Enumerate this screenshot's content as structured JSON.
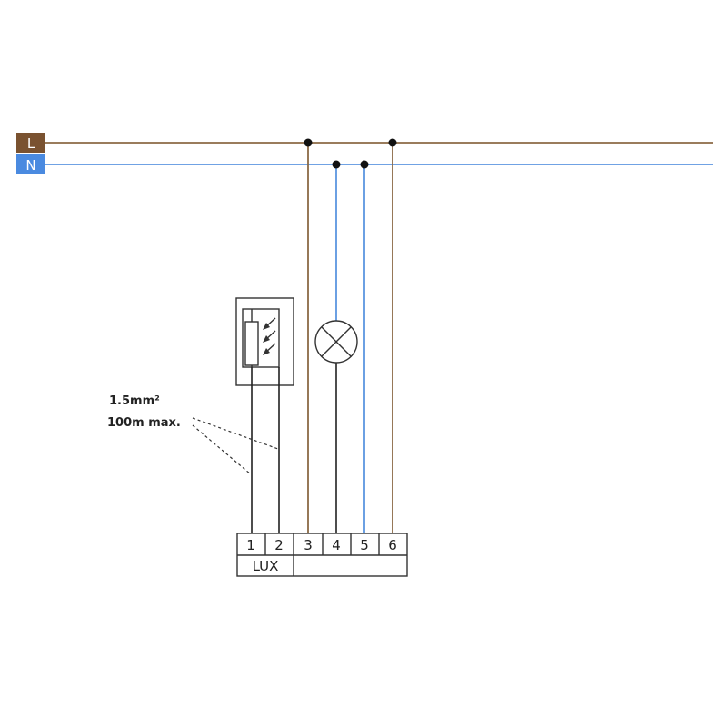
{
  "supply": {
    "line": {
      "label": "L",
      "color": "#7a5230"
    },
    "neutral": {
      "label": "N",
      "color": "#4a8ae0"
    }
  },
  "colors": {
    "line_wire": "#8b6a45",
    "neutral_wire": "#5b95e0",
    "sensor_wire": "#222222",
    "outline": "#333333",
    "junction": "#111111"
  },
  "terminal_block": {
    "terminals": [
      "1",
      "2",
      "3",
      "4",
      "5",
      "6"
    ],
    "group_label": "LUX"
  },
  "cable_note": {
    "cross_section": "1.5mm²",
    "max_length": "100m max."
  },
  "components": {
    "sensor": "light-sensor",
    "load": "lamp"
  }
}
